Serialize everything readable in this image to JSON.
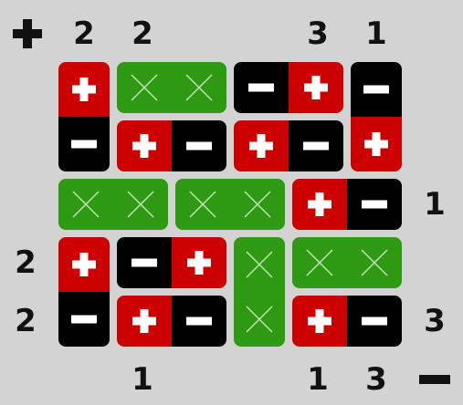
{
  "puzzle": {
    "corner_plus_icon": "plus-icon",
    "corner_minus_icon": "minus-icon",
    "top_plus_clues": [
      "2",
      "2",
      "",
      "",
      "3",
      "1"
    ],
    "left_plus_clues": [
      "",
      "",
      "",
      "2",
      "2"
    ],
    "right_minus_clues": [
      "",
      "",
      "1",
      "",
      "3"
    ],
    "bottom_minus_clues": [
      "",
      "1",
      "",
      "",
      "1",
      "3"
    ],
    "colors": {
      "plus": "#cc0000",
      "minus": "#000000",
      "empty": "#2e9a14",
      "background": "#d3d3d3"
    },
    "grid": {
      "rows": 5,
      "cols": 6
    },
    "dominoes": [
      {
        "row": 0,
        "col": 0,
        "dir": "v",
        "a": "plus",
        "b": "minus"
      },
      {
        "row": 0,
        "col": 1,
        "dir": "h",
        "a": "empty",
        "b": "empty"
      },
      {
        "row": 0,
        "col": 3,
        "dir": "h",
        "a": "minus",
        "b": "plus"
      },
      {
        "row": 0,
        "col": 5,
        "dir": "v",
        "a": "minus",
        "b": "plus"
      },
      {
        "row": 1,
        "col": 1,
        "dir": "h",
        "a": "plus",
        "b": "minus"
      },
      {
        "row": 1,
        "col": 3,
        "dir": "h",
        "a": "plus",
        "b": "minus"
      },
      {
        "row": 2,
        "col": 0,
        "dir": "h",
        "a": "empty",
        "b": "empty"
      },
      {
        "row": 2,
        "col": 2,
        "dir": "h",
        "a": "empty",
        "b": "empty"
      },
      {
        "row": 2,
        "col": 4,
        "dir": "h",
        "a": "plus",
        "b": "minus"
      },
      {
        "row": 3,
        "col": 0,
        "dir": "v",
        "a": "plus",
        "b": "minus"
      },
      {
        "row": 3,
        "col": 1,
        "dir": "h",
        "a": "minus",
        "b": "plus"
      },
      {
        "row": 3,
        "col": 3,
        "dir": "v",
        "a": "empty",
        "b": "empty"
      },
      {
        "row": 3,
        "col": 4,
        "dir": "h",
        "a": "empty",
        "b": "empty"
      },
      {
        "row": 4,
        "col": 1,
        "dir": "h",
        "a": "plus",
        "b": "minus"
      },
      {
        "row": 4,
        "col": 4,
        "dir": "h",
        "a": "plus",
        "b": "minus"
      }
    ]
  }
}
